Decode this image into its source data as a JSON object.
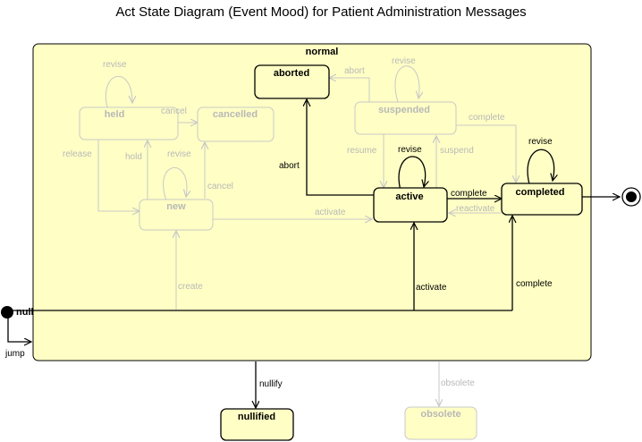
{
  "title": "Act State Diagram (Event Mood) for Patient Administration Messages",
  "colors": {
    "fill": "#ffffc5",
    "active_stroke": "#000000",
    "faded_stroke": "#c8c8c8",
    "faded_text": "#b8b8b8"
  },
  "states": {
    "normal": "normal",
    "aborted": "aborted",
    "held": "held",
    "cancelled": "cancelled",
    "suspended": "suspended",
    "new": "new",
    "active": "active",
    "completed": "completed",
    "null": "null",
    "nullified": "nullified",
    "obsolete": "obsolete"
  },
  "transitions": {
    "revise_held": "revise",
    "cancel_held": "cancel",
    "release": "release",
    "hold": "hold",
    "revise_new": "revise",
    "cancel_new": "cancel",
    "abort_suspended": "abort",
    "revise_suspended": "revise",
    "complete_suspended": "complete",
    "resume": "resume",
    "suspend": "suspend",
    "abort_active": "abort",
    "revise_active": "revise",
    "complete_active": "complete",
    "reactivate": "reactivate",
    "revise_completed": "revise",
    "activate_new": "activate",
    "create": "create",
    "activate_null": "activate",
    "complete_null": "complete",
    "jump": "jump",
    "nullify": "nullify",
    "obsolete": "obsolete"
  }
}
